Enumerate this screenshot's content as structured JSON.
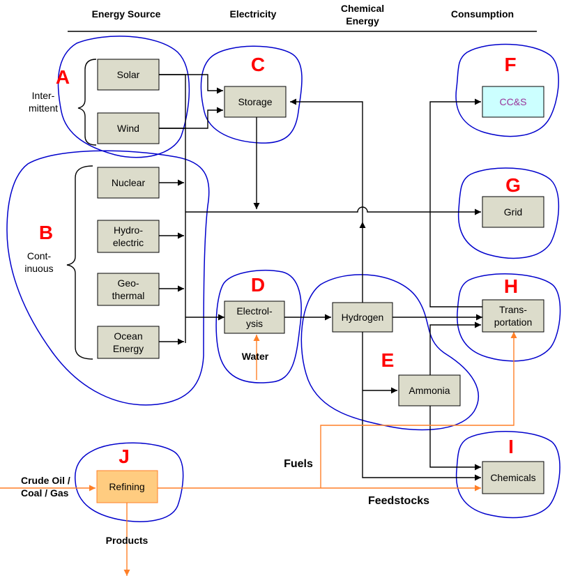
{
  "headers": {
    "energy_source": "Energy Source",
    "electricity": "Electricity",
    "chemical_line1": "Chemical",
    "chemical_line2": "Energy",
    "consumption": "Consumption"
  },
  "regions": {
    "a": "A",
    "b": "B",
    "c": "C",
    "d": "D",
    "e": "E",
    "f": "F",
    "g": "G",
    "h": "H",
    "i": "I",
    "j": "J"
  },
  "groups": {
    "intermittent_line1": "Inter-",
    "intermittent_line2": "mittent",
    "continuous_line1": "Cont-",
    "continuous_line2": "inuous"
  },
  "nodes": {
    "solar": "Solar",
    "wind": "Wind",
    "nuclear": "Nuclear",
    "hydro_line1": "Hydro-",
    "hydro_line2": "electric",
    "geo_line1": "Geo-",
    "geo_line2": "thermal",
    "ocean_line1": "Ocean",
    "ocean_line2": "Energy",
    "storage": "Storage",
    "electrolysis_line1": "Electrol-",
    "electrolysis_line2": "ysis",
    "hydrogen": "Hydrogen",
    "ammonia": "Ammonia",
    "ccs": "CC&S",
    "grid": "Grid",
    "transport_line1": "Trans-",
    "transport_line2": "portation",
    "chemicals": "Chemicals",
    "refining": "Refining"
  },
  "labels": {
    "water": "Water",
    "fuels": "Fuels",
    "feedstocks": "Feedstocks",
    "crude_line1": "Crude Oil /",
    "crude_line2": "Coal / Gas",
    "products": "Products"
  },
  "colors": {
    "box_fill": "#dcdccb",
    "ccs_fill": "#ccffff",
    "ccs_text": "#993399",
    "refining_fill": "#ffcc80",
    "region_outline": "#0000cc",
    "region_letter": "#ff0000",
    "fossil_flow": "#ff7f27"
  }
}
